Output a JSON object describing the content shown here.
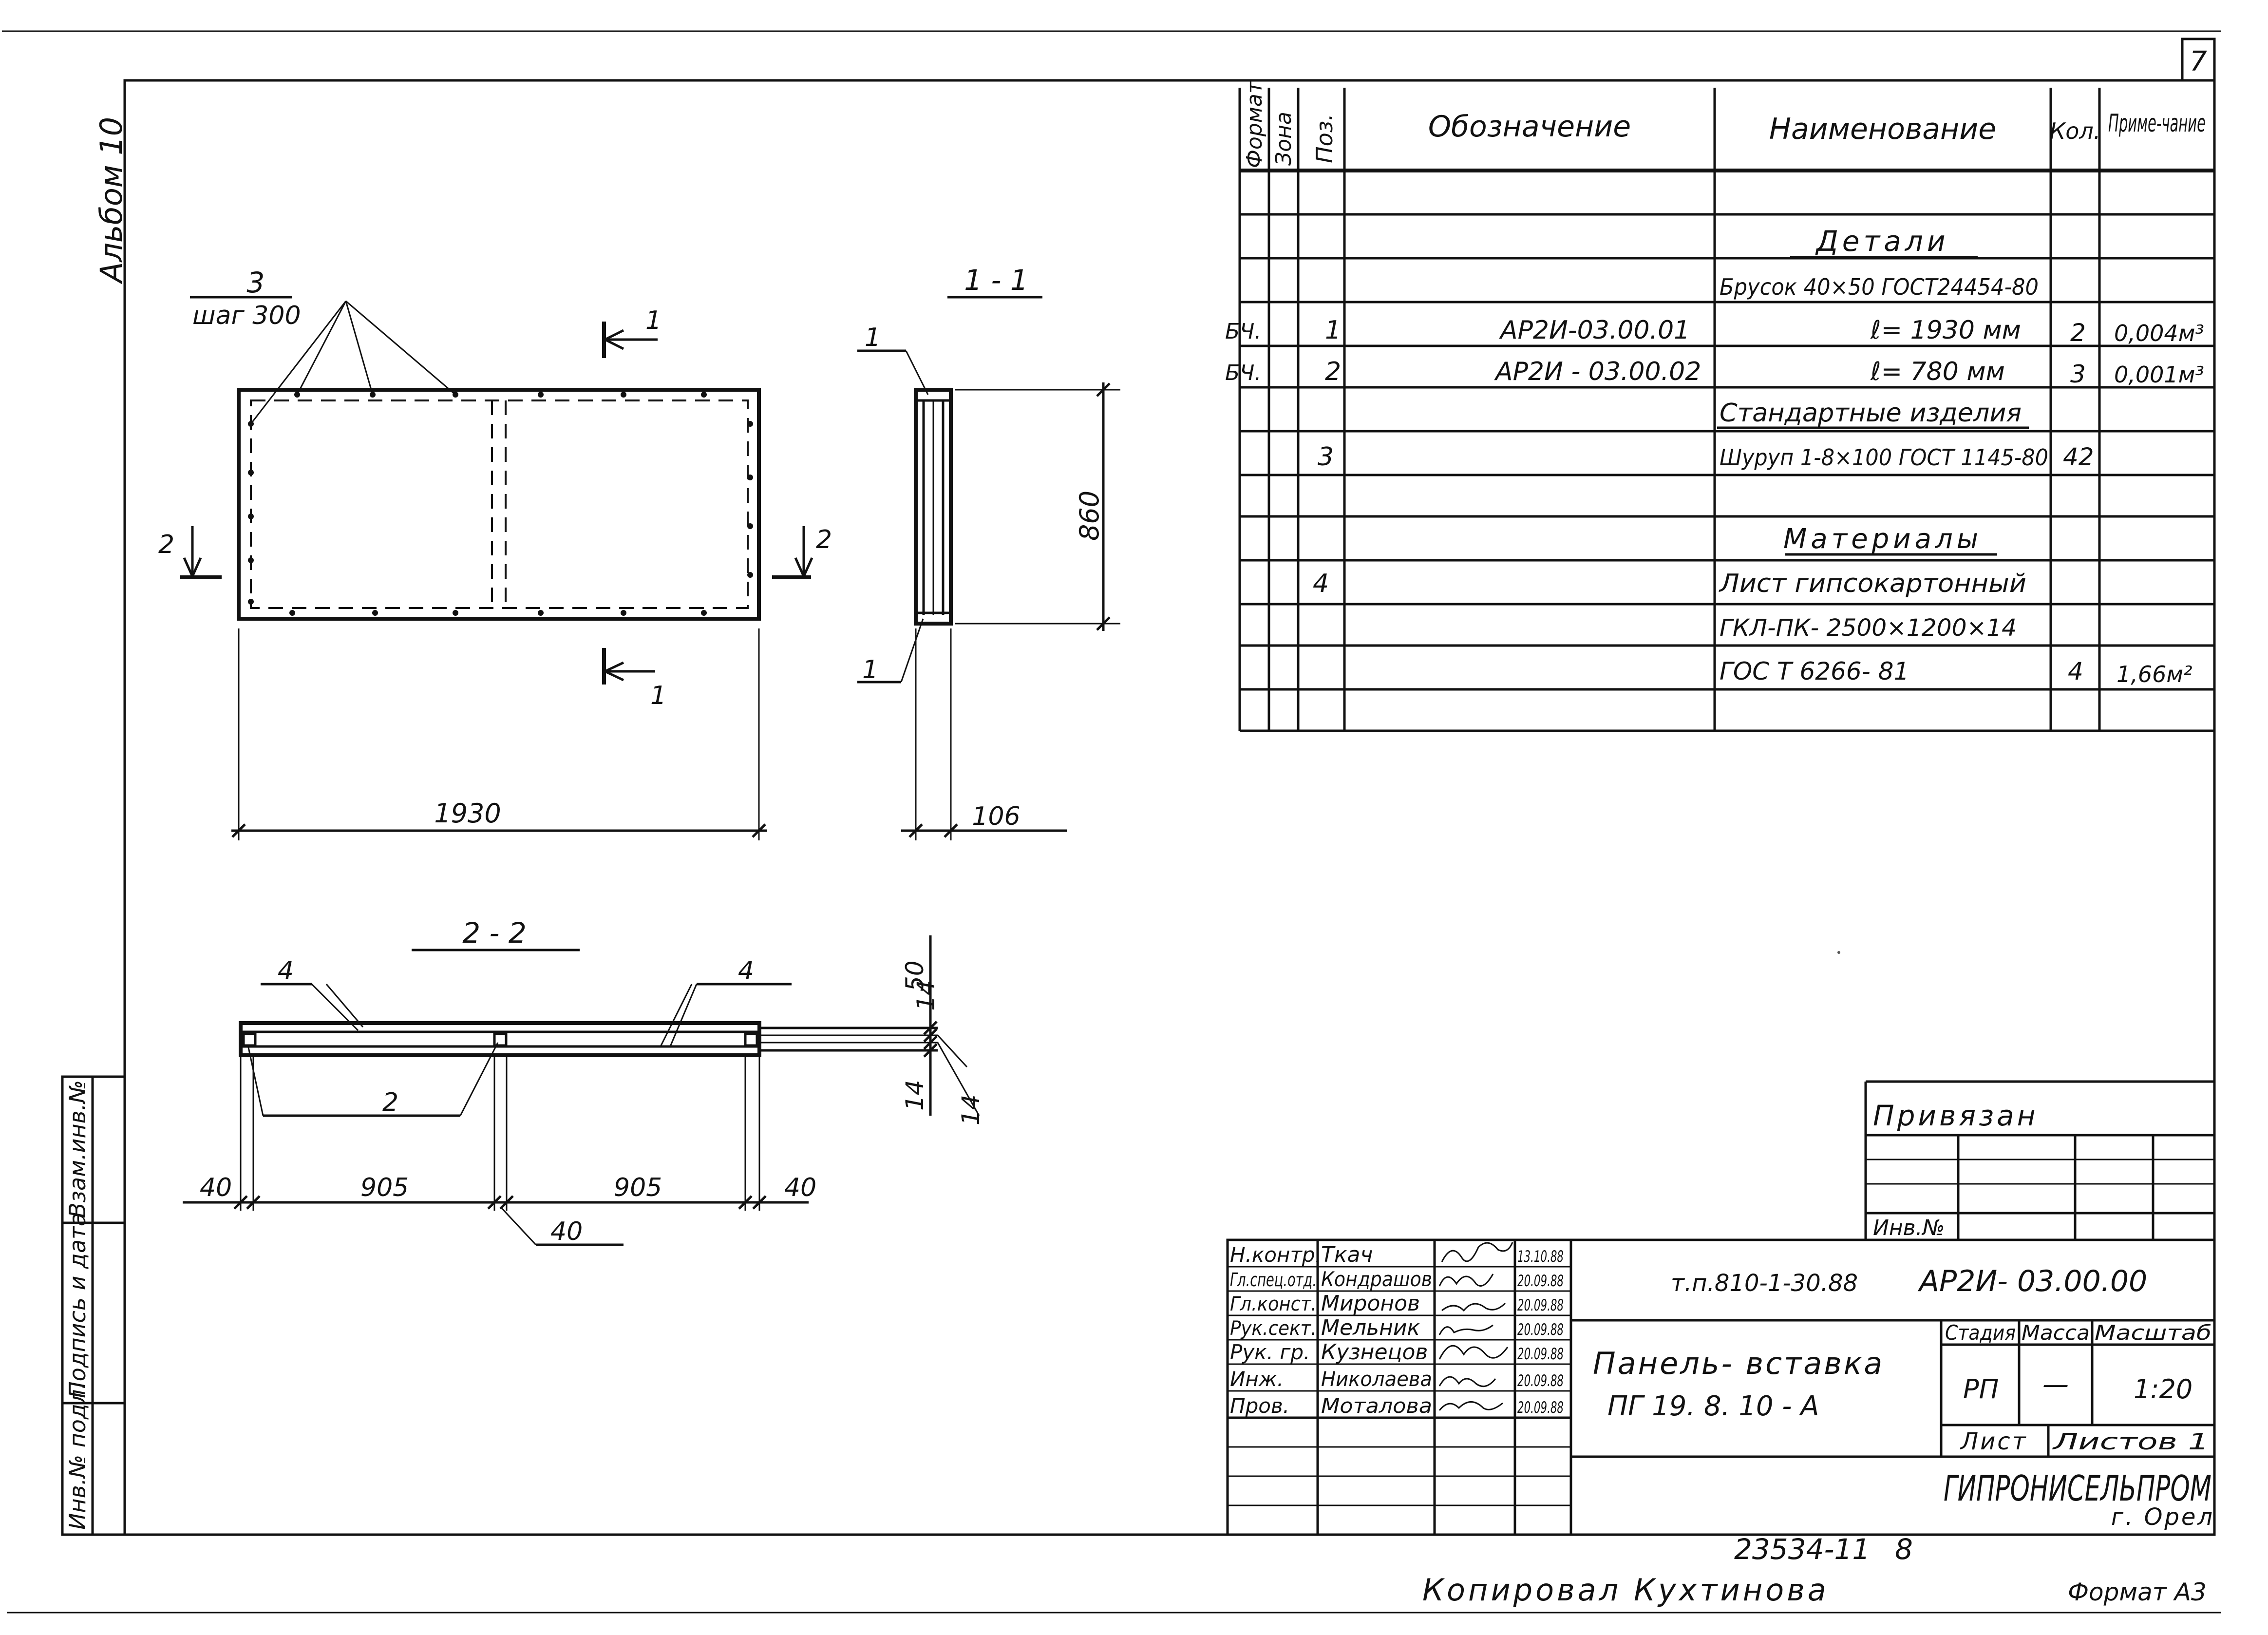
{
  "sheet_number": "7",
  "album_label": "Альбом 10",
  "left_stamp": [
    "Инв.№ подл.",
    "Подпись и дата",
    "Взам.инв.№"
  ],
  "drawing": {
    "section_1_1": "1 - 1",
    "section_2_2": "2 - 2",
    "callout_3": "3",
    "callout_3_sub": "шаг 300",
    "cut_1": "1",
    "cut_2": "2",
    "dim_1930": "1930",
    "dim_860": "860",
    "dim_106": "106",
    "dim_905a": "905",
    "dim_905b": "905",
    "dim_40a": "40",
    "dim_40b": "40",
    "dim_40c": "40",
    "dim_50": "50",
    "dim_14a": "14",
    "dim_14b": "14",
    "dim_14c": "14",
    "callout_4a": "4",
    "callout_4b": "4",
    "callout_2": "2"
  },
  "spec": {
    "headers": {
      "format": "Формат",
      "zone": "Зона",
      "pos": "Поз.",
      "designation": "Обозначение",
      "name": "Наименование",
      "qty": "Кол.",
      "note": "Приме-чание"
    },
    "rows": [
      {
        "format": "",
        "pos": "",
        "designation": "",
        "name": "",
        "qty": "",
        "note": ""
      },
      {
        "format": "",
        "pos": "",
        "designation": "",
        "name": "Детали",
        "qty": "",
        "note": ""
      },
      {
        "format": "",
        "pos": "",
        "designation": "",
        "name": "Брусок 40×50 ГОСТ24454-80",
        "qty": "",
        "note": ""
      },
      {
        "format": "БЧ.",
        "pos": "1",
        "designation": "АР2И-03.00.01",
        "name": "ℓ= 1930 мм",
        "qty": "2",
        "note": "0,004м³"
      },
      {
        "format": "БЧ.",
        "pos": "2",
        "designation": "АР2И - 03.00.02",
        "name": "ℓ= 780 мм",
        "qty": "3",
        "note": "0,001м³"
      },
      {
        "format": "",
        "pos": "",
        "designation": "",
        "name": "Стандартные изделия",
        "qty": "",
        "note": ""
      },
      {
        "format": "",
        "pos": "3",
        "designation": "",
        "name": "Шуруп 1-8×100 ГОСТ 1145-80",
        "qty": "42",
        "note": ""
      },
      {
        "format": "",
        "pos": "",
        "designation": "",
        "name": "",
        "qty": "",
        "note": ""
      },
      {
        "format": "",
        "pos": "",
        "designation": "",
        "name": "Материалы",
        "qty": "",
        "note": ""
      },
      {
        "format": "",
        "pos": "4",
        "designation": "",
        "name": "Лист гипсокартонный",
        "qty": "",
        "note": ""
      },
      {
        "format": "",
        "pos": "",
        "designation": "",
        "name": "ГКЛ-ПК- 2500×1200×14",
        "qty": "",
        "note": ""
      },
      {
        "format": "",
        "pos": "",
        "designation": "",
        "name": "ГОС Т 6266- 81",
        "qty": "4",
        "note": "1,66м²"
      },
      {
        "format": "",
        "pos": "",
        "designation": "",
        "name": "",
        "qty": "",
        "note": ""
      }
    ]
  },
  "binding": {
    "title": "Привязан",
    "inv_label": "Инв.№"
  },
  "title_block": {
    "roles": [
      "Н.контр.",
      "Гл.спец.отд.",
      "Гл.конст.",
      "Рук.сект.",
      "Рук. гр.",
      "Инж.",
      "Пров."
    ],
    "names": [
      "Ткач",
      "Кондрашов",
      "Миронов",
      "Мельник",
      "Кузнецов",
      "Николаева",
      "Моталова"
    ],
    "dates": [
      "13.10.88",
      "20.09.88",
      "20.09.88",
      "20.09.88",
      "20.09.88",
      "20.09.88",
      "20.09.88"
    ],
    "project_code": "т.п.810-1-30.88",
    "doc_code": "АР2И- 03.00.00",
    "item_title": "Панель- вставка",
    "item_code": "ПГ 19. 8. 10 - А",
    "stage_label": "Стадия",
    "mass_label": "Масса",
    "scale_label": "Масштаб",
    "stage": "РП",
    "mass": "—",
    "scale": "1:20",
    "sheet_label": "Лист",
    "sheets_label": "Листов 1",
    "org": "ГИПРОНИСЕЛЬПРОМ",
    "city": "г. Орел"
  },
  "footer": {
    "archive_number": "23534-11",
    "archive_page": "8",
    "copied_by": "Копировал Кухтинова",
    "format": "Формат А3"
  }
}
